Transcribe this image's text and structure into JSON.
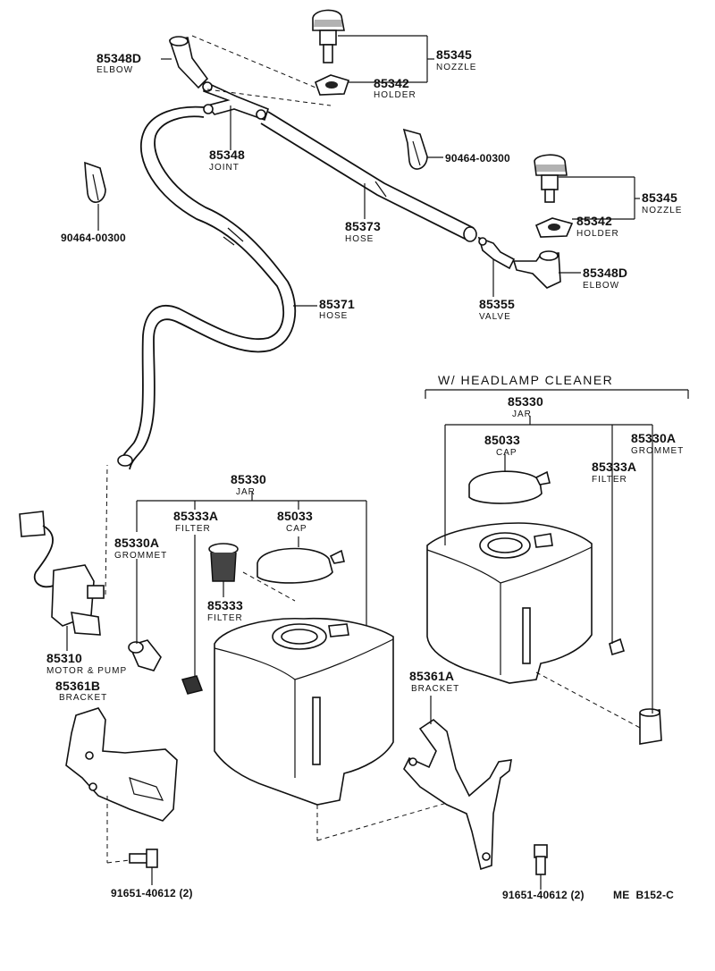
{
  "diagram_code": "ME  B152-C",
  "headlamp_section": {
    "title": "W/ HEADLAMP  CLEANER"
  },
  "labels": {
    "elbow_top": {
      "part": "85348D",
      "name": "ELBOW"
    },
    "nozzle_top": {
      "part": "85345",
      "name": "NOZZLE"
    },
    "holder_top": {
      "part": "85342",
      "name": "HOLDER"
    },
    "joint": {
      "part": "85348",
      "name": "JOINT"
    },
    "clip_right": {
      "part": "90464-00300"
    },
    "clip_left": {
      "part": "90464-00300"
    },
    "hose_85373": {
      "part": "85373",
      "name": "HOSE"
    },
    "nozzle_right": {
      "part": "85345",
      "name": "NOZZLE"
    },
    "holder_right": {
      "part": "85342",
      "name": "HOLDER"
    },
    "elbow_right": {
      "part": "85348D",
      "name": "ELBOW"
    },
    "valve": {
      "part": "85355",
      "name": "VALVE"
    },
    "hose_85371": {
      "part": "85371",
      "name": "HOSE"
    },
    "jar_left": {
      "part": "85330",
      "name": "JAR"
    },
    "filter_a_left": {
      "part": "85333A",
      "name": "FILTER"
    },
    "cap_left": {
      "part": "85033",
      "name": "CAP"
    },
    "grommet_left": {
      "part": "85330A",
      "name": "GROMMET"
    },
    "filter_left": {
      "part": "85333",
      "name": "FILTER"
    },
    "motor": {
      "part": "85310",
      "name": "MOTOR & PUMP"
    },
    "bracket_b": {
      "part": "85361B",
      "name": "BRACKET"
    },
    "bolt_left": {
      "part": "91651-40612 (2)"
    },
    "jar_right": {
      "part": "85330",
      "name": "JAR"
    },
    "cap_right": {
      "part": "85033",
      "name": "CAP"
    },
    "grommet_right": {
      "part": "85330A",
      "name": "GROMMET"
    },
    "filter_a_right": {
      "part": "85333A",
      "name": "FILTER"
    },
    "bracket_a": {
      "part": "85361A",
      "name": "BRACKET"
    },
    "bolt_right": {
      "part": "91651-40612 (2)"
    }
  }
}
